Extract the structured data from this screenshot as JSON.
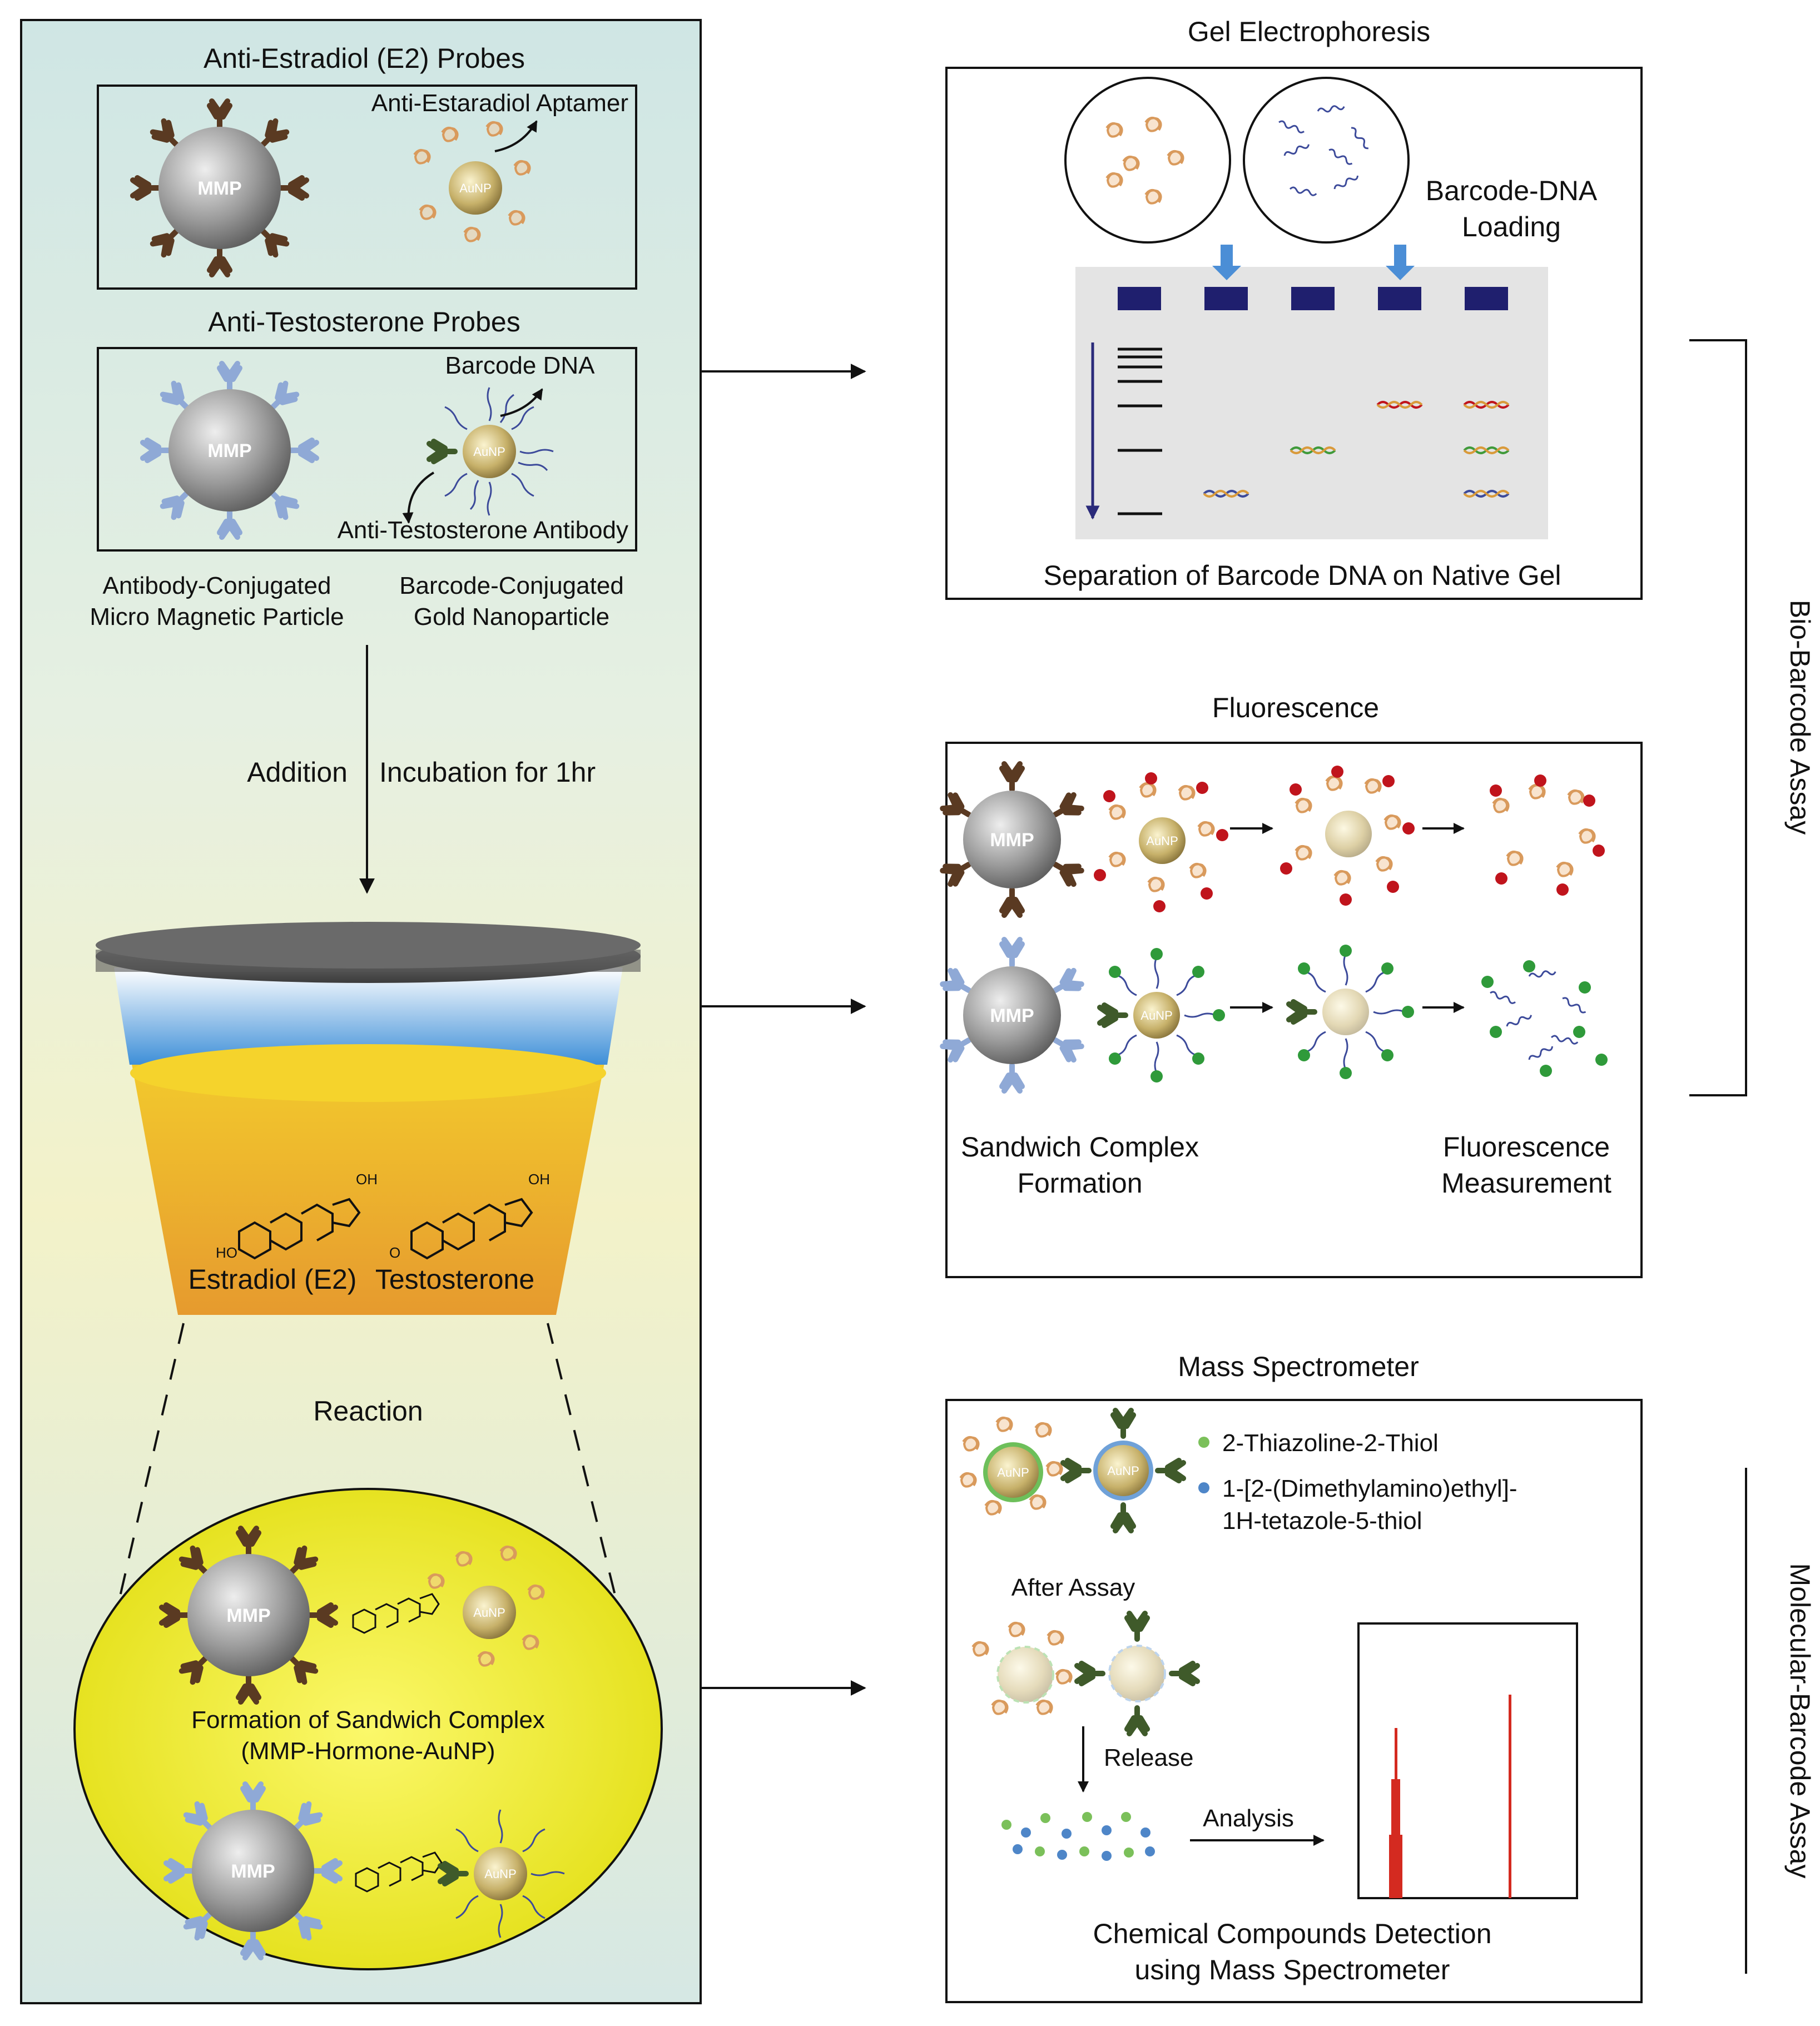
{
  "left_panel": {
    "e2_probes_title": "Anti-Estradiol (E2) Probes",
    "e2_aptamer_label": "Anti-Estaradiol Aptamer",
    "t_probes_title": "Anti-Testosterone Probes",
    "barcode_dna_label": "Barcode DNA",
    "t_antibody_label": "Anti-Testosterone Antibody",
    "mmp_caption_line1": "Antibody-Conjugated",
    "mmp_caption_line2": "Micro Magnetic Particle",
    "aunp_caption_line1": "Barcode-Conjugated",
    "aunp_caption_line2": "Gold Nanoparticle",
    "addition_label": "Addition",
    "incubation_label": "Incubation for 1hr",
    "estradiol_label": "Estradiol (E2)",
    "testosterone_label": "Testosterone",
    "reaction_label": "Reaction",
    "sandwich_line1": "Formation of Sandwich Complex",
    "sandwich_line2": "(MMP-Hormone-AuNP)",
    "mmp_text": "MMP",
    "aunp_text": "AuNP"
  },
  "gel": {
    "title": "Gel Electrophoresis",
    "loading_line1": "Barcode-DNA",
    "loading_line2": "Loading",
    "caption": "Separation of Barcode DNA on Native Gel"
  },
  "fluorescence": {
    "title": "Fluorescence",
    "left_line1": "Sandwich Complex",
    "left_line2": "Formation",
    "right_line1": "Fluorescence",
    "right_line2": "Measurement"
  },
  "mass_spec": {
    "title": "Mass Spectrometer",
    "legend1": "2-Thiazoline-2-Thiol",
    "legend2_line1": "1-[2-(Dimethylamino)ethyl]-",
    "legend2_line2": "1H-tetazole-5-thiol",
    "after_assay": "After Assay",
    "release": "Release",
    "analysis": "Analysis",
    "caption_line1": "Chemical Compounds Detection",
    "caption_line2": "using Mass Spectrometer"
  },
  "brackets": {
    "bio_barcode": "Bio-Barcode Assay",
    "molecular_barcode": "Molecular-Barcode Assay"
  },
  "colors": {
    "panel_bg_top": "#cfe6e4",
    "brown_antibody": "#5a3a22",
    "blue_antibody": "#8fa9d6",
    "green_antibody": "#3f5a2a",
    "gel_well": "#1f1f6e",
    "red_fluor": "#c0141c",
    "green_fluor": "#2f9a3a",
    "arrow_blue": "#4b8ed6",
    "peak_red": "#d42a20"
  }
}
